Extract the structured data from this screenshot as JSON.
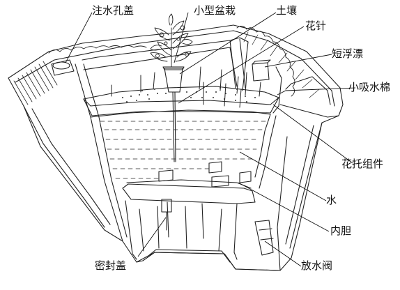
{
  "labels": {
    "fill_hole_cap": "注水孔盖",
    "small_pot": "小型盆栽",
    "soil": "土壤",
    "flower_pin": "花针",
    "short_float": "短浮漂",
    "small_wick": "小吸水棉",
    "flower_tray": "花托组件",
    "water": "水",
    "inner_liner": "内胆",
    "seal_cap": "密封盖",
    "drain_valve": "放水阀"
  }
}
